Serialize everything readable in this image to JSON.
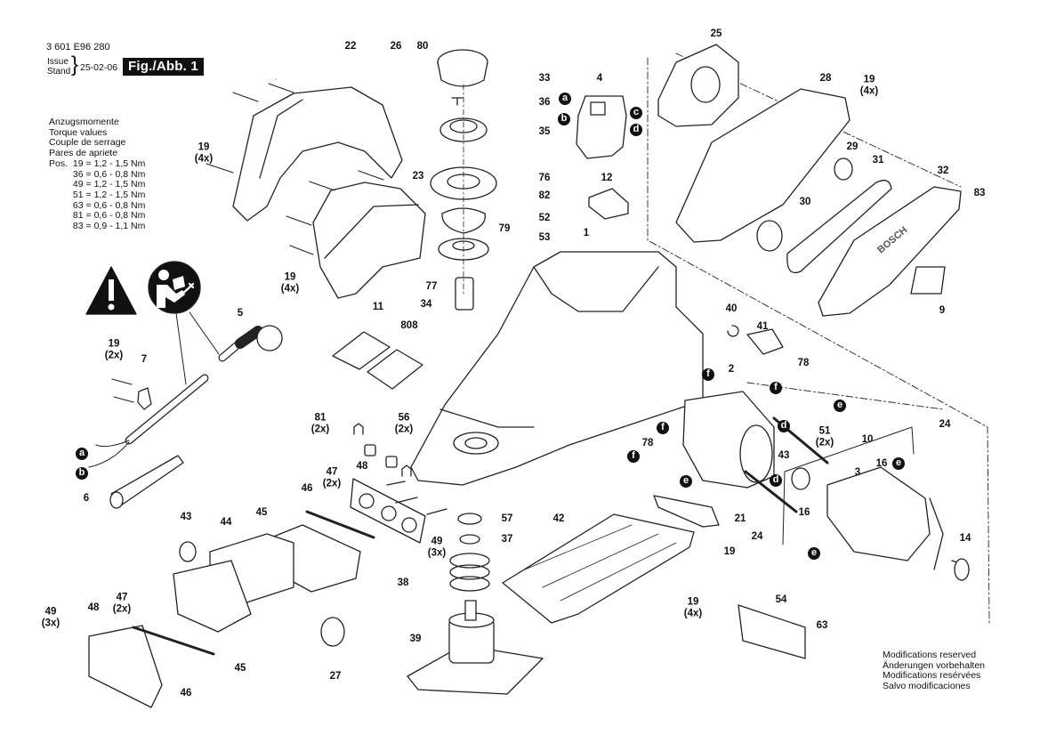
{
  "header": {
    "document_number": "3 601 E96 280",
    "issue_label": "Issue",
    "stand_label": "Stand",
    "issue_date": "25-02-06",
    "figure_label": "Fig./Abb. 1"
  },
  "torque_table": {
    "titles": [
      "Anzugsmomente",
      "Torque values",
      "Couple de serrage",
      "Pares de apriete"
    ],
    "pos_label": "Pos.",
    "rows": [
      {
        "pos": "19",
        "value": "1,2 - 1,5 Nm"
      },
      {
        "pos": "36",
        "value": "0,6 - 0,8 Nm"
      },
      {
        "pos": "49",
        "value": "1,2 - 1,5 Nm"
      },
      {
        "pos": "51",
        "value": "1,2 - 1,5 Nm"
      },
      {
        "pos": "63",
        "value": "0,6 - 0,8 Nm"
      },
      {
        "pos": "81",
        "value": "0,6 - 0,8 Nm"
      },
      {
        "pos": "83",
        "value": "0,9 - 1,1 Nm"
      }
    ]
  },
  "footer": {
    "modifications": [
      "Modifications reserved",
      "Änderungen vorbehalten",
      "Modifications resérvées",
      "Salvo modificaciones"
    ]
  },
  "icons": [
    "warning-triangle-icon",
    "read-manual-icon"
  ],
  "part_labels": [
    {
      "id": "22",
      "text": "22"
    },
    {
      "id": "26",
      "text": "26"
    },
    {
      "id": "80",
      "text": "80"
    },
    {
      "id": "33",
      "text": "33"
    },
    {
      "id": "36",
      "text": "36"
    },
    {
      "id": "35",
      "text": "35"
    },
    {
      "id": "4",
      "text": "4"
    },
    {
      "id": "25",
      "text": "25"
    },
    {
      "id": "28",
      "text": "28"
    },
    {
      "id": "19a",
      "text": "19\n(4x)"
    },
    {
      "id": "19b",
      "text": "19\n(4x)"
    },
    {
      "id": "19c",
      "text": "19\n(4x)"
    },
    {
      "id": "23",
      "text": "23"
    },
    {
      "id": "76",
      "text": "76"
    },
    {
      "id": "82",
      "text": "82"
    },
    {
      "id": "12",
      "text": "12"
    },
    {
      "id": "29",
      "text": "29"
    },
    {
      "id": "31",
      "text": "31"
    },
    {
      "id": "32",
      "text": "32"
    },
    {
      "id": "83",
      "text": "83"
    },
    {
      "id": "30",
      "text": "30"
    },
    {
      "id": "79",
      "text": "79"
    },
    {
      "id": "52",
      "text": "52"
    },
    {
      "id": "53",
      "text": "53"
    },
    {
      "id": "1",
      "text": "1"
    },
    {
      "id": "77",
      "text": "77"
    },
    {
      "id": "9",
      "text": "9"
    },
    {
      "id": "34",
      "text": "34"
    },
    {
      "id": "5",
      "text": "5"
    },
    {
      "id": "11",
      "text": "11"
    },
    {
      "id": "808",
      "text": "808"
    },
    {
      "id": "40",
      "text": "40"
    },
    {
      "id": "41",
      "text": "41"
    },
    {
      "id": "19d",
      "text": "19\n(2x)"
    },
    {
      "id": "7",
      "text": "7"
    },
    {
      "id": "78a",
      "text": "78"
    },
    {
      "id": "2",
      "text": "2"
    },
    {
      "id": "81",
      "text": "81\n(2x)"
    },
    {
      "id": "56",
      "text": "56\n(2x)"
    },
    {
      "id": "51",
      "text": "51\n(2x)"
    },
    {
      "id": "24a",
      "text": "24"
    },
    {
      "id": "10",
      "text": "10"
    },
    {
      "id": "47a",
      "text": "47\n(2x)"
    },
    {
      "id": "48a",
      "text": "48"
    },
    {
      "id": "78b",
      "text": "78"
    },
    {
      "id": "43a",
      "text": "43"
    },
    {
      "id": "3",
      "text": "3"
    },
    {
      "id": "16a",
      "text": "16"
    },
    {
      "id": "6",
      "text": "6"
    },
    {
      "id": "46a",
      "text": "46"
    },
    {
      "id": "57",
      "text": "57"
    },
    {
      "id": "42",
      "text": "42"
    },
    {
      "id": "21",
      "text": "21"
    },
    {
      "id": "16b",
      "text": "16"
    },
    {
      "id": "43b",
      "text": "43"
    },
    {
      "id": "44",
      "text": "44"
    },
    {
      "id": "45a",
      "text": "45"
    },
    {
      "id": "37",
      "text": "37"
    },
    {
      "id": "49a",
      "text": "49\n(3x)"
    },
    {
      "id": "19e",
      "text": "19"
    },
    {
      "id": "24b",
      "text": "24"
    },
    {
      "id": "14",
      "text": "14"
    },
    {
      "id": "38",
      "text": "38"
    },
    {
      "id": "47b",
      "text": "47\n(2x)"
    },
    {
      "id": "19f",
      "text": "19\n(4x)"
    },
    {
      "id": "54",
      "text": "54"
    },
    {
      "id": "49b",
      "text": "49\n(3x)"
    },
    {
      "id": "48b",
      "text": "48"
    },
    {
      "id": "39",
      "text": "39"
    },
    {
      "id": "63",
      "text": "63"
    },
    {
      "id": "27",
      "text": "27"
    },
    {
      "id": "45b",
      "text": "45"
    },
    {
      "id": "46b",
      "text": "46"
    }
  ],
  "connection_markers": [
    {
      "id": "a1",
      "letter": "a"
    },
    {
      "id": "b1",
      "letter": "b"
    },
    {
      "id": "c1",
      "letter": "c"
    },
    {
      "id": "d1",
      "letter": "d"
    },
    {
      "id": "a2",
      "letter": "a"
    },
    {
      "id": "b2",
      "letter": "b"
    },
    {
      "id": "f1",
      "letter": "f"
    },
    {
      "id": "f2",
      "letter": "f"
    },
    {
      "id": "e1",
      "letter": "e"
    },
    {
      "id": "d2",
      "letter": "d"
    },
    {
      "id": "f3",
      "letter": "f"
    },
    {
      "id": "f4",
      "letter": "f"
    },
    {
      "id": "d3",
      "letter": "d"
    },
    {
      "id": "e2",
      "letter": "e"
    },
    {
      "id": "e3",
      "letter": "e"
    },
    {
      "id": "e4",
      "letter": "e"
    }
  ]
}
